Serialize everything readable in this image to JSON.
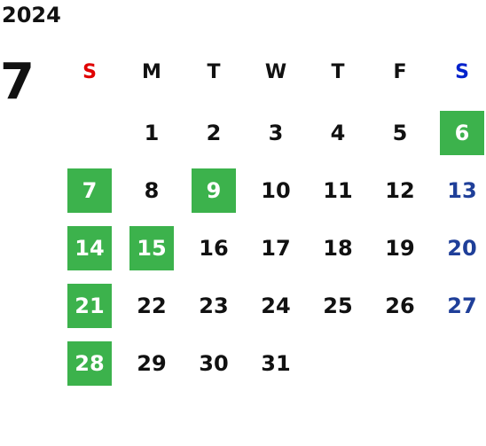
{
  "calendar": {
    "year": "2024",
    "month": "7",
    "weekdays": [
      "S",
      "M",
      "T",
      "W",
      "T",
      "F",
      "S"
    ],
    "weekday_colors": [
      "#e00000",
      "#111111",
      "#111111",
      "#111111",
      "#111111",
      "#111111",
      "#0022cc"
    ],
    "weeks": [
      [
        "",
        "1",
        "2",
        "3",
        "4",
        "5",
        "6"
      ],
      [
        "7",
        "8",
        "9",
        "10",
        "11",
        "12",
        "13"
      ],
      [
        "14",
        "15",
        "16",
        "17",
        "18",
        "19",
        "20"
      ],
      [
        "21",
        "22",
        "23",
        "24",
        "25",
        "26",
        "27"
      ],
      [
        "28",
        "29",
        "30",
        "31",
        "",
        "",
        ""
      ]
    ],
    "highlighted_days": [
      "6",
      "7",
      "9",
      "14",
      "15",
      "21",
      "28"
    ],
    "highlight_color": "#3cb24c",
    "saturday_color": "#1f3f99"
  }
}
